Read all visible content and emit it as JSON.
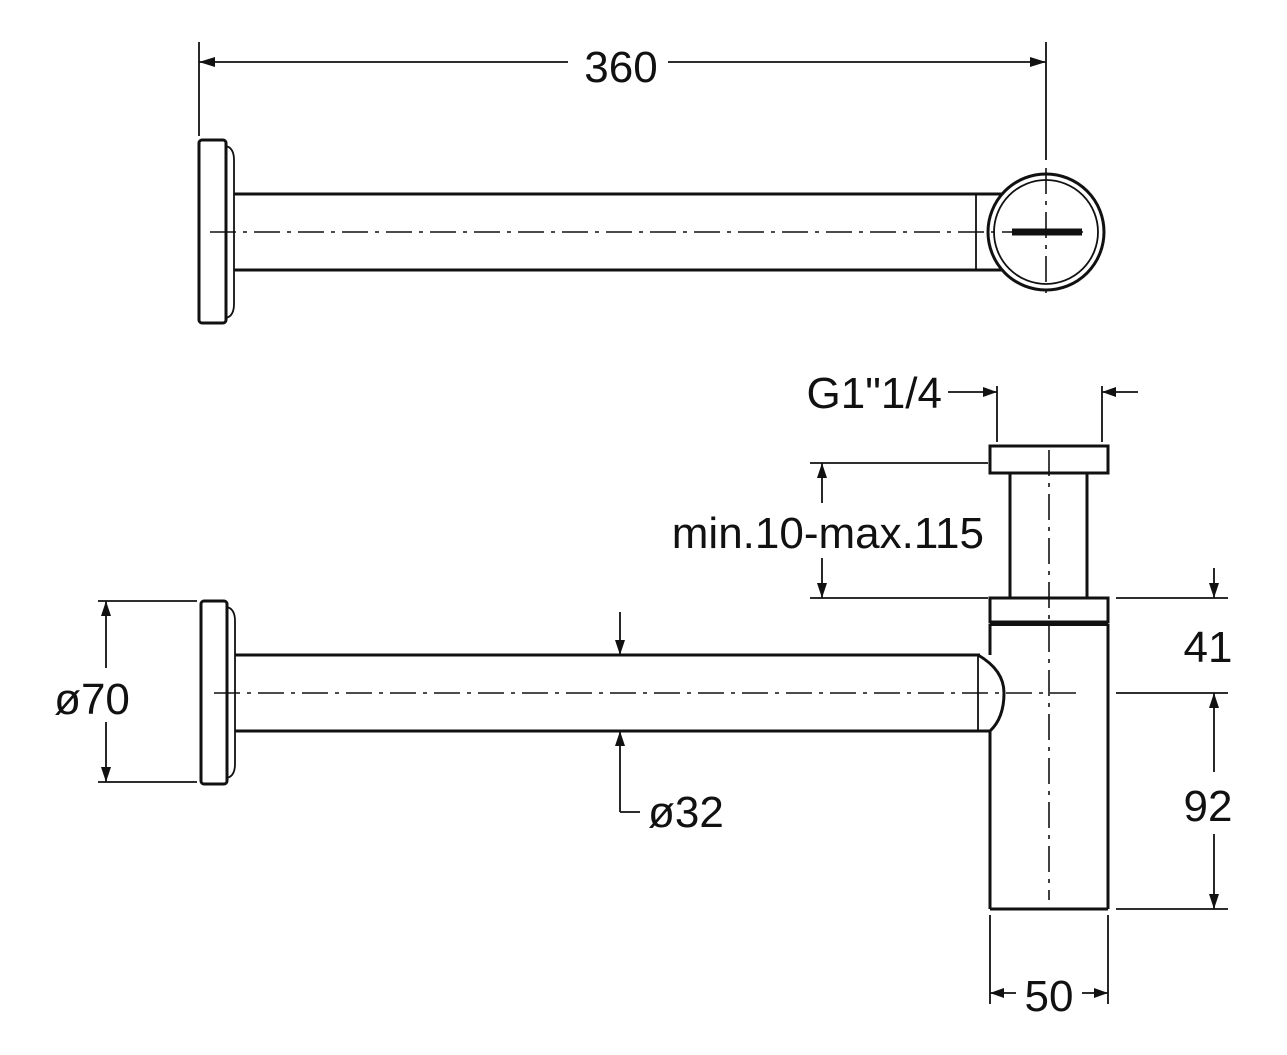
{
  "dimensions": {
    "length": "360",
    "thread": "G1\"1/4",
    "height_range": "min.10-max.115",
    "wall_plate_diameter": "ø70",
    "pipe_diameter": "ø32",
    "upper_offset": "41",
    "lower_offset": "92",
    "body_width": "50"
  }
}
